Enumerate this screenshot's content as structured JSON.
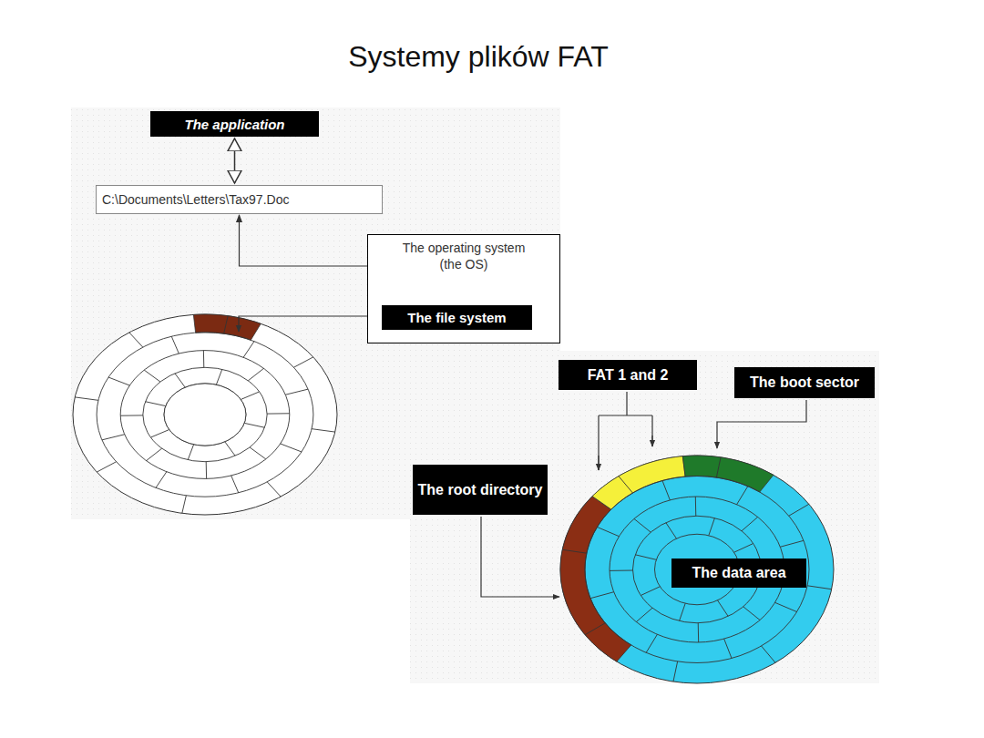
{
  "diagram": {
    "title": "Systemy plików FAT",
    "nodes": [
      {
        "text": [
          "The application"
        ]
      },
      {
        "text": [
          "C:\\Documents\\Letters\\Tax97.Doc"
        ]
      },
      {
        "text": [
          "The operating system (the OS)"
        ]
      },
      {
        "text": [
          "The file system"
        ],
        "in": 2
      },
      {
        "text": [
          "FAT  1 and 2"
        ]
      },
      {
        "text": [
          "The boot sector"
        ]
      },
      {
        "text": [
          "The root directory"
        ]
      },
      {
        "text": [
          "The data area"
        ]
      }
    ],
    "edges": [
      {
        "from": 0,
        "to": 1,
        "arrow": "both"
      },
      {
        "from": 2,
        "to": 1,
        "arrow": "to"
      }
    ]
  }
}
